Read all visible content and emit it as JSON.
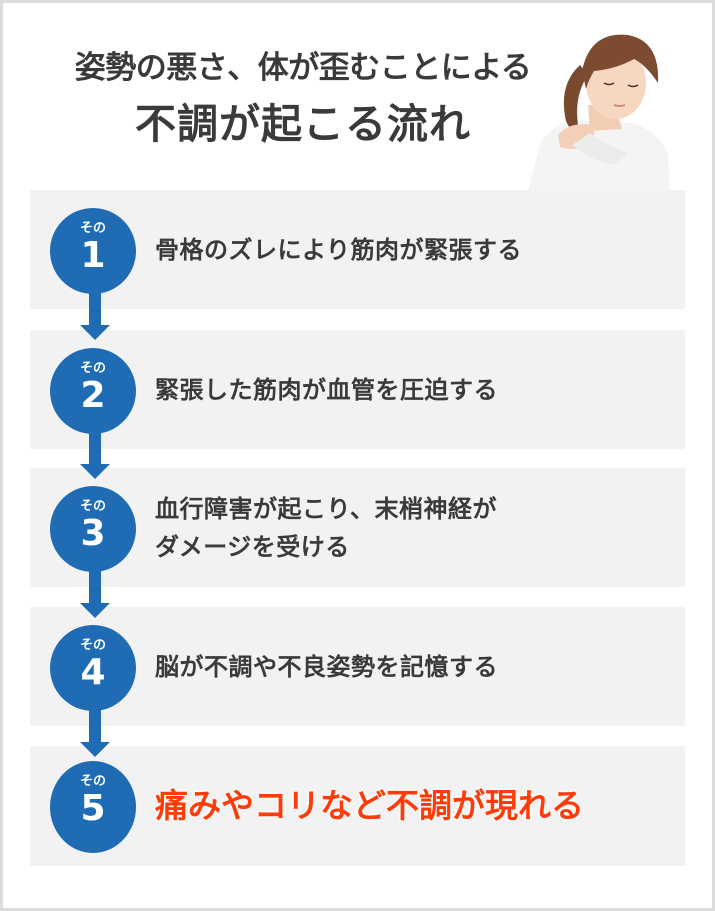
{
  "header": {
    "title_line1": "姿勢の悪さ、体が歪むことによる",
    "title_line2": "不調が起こる流れ",
    "image_alt": "woman-holding-shoulder-photo"
  },
  "colors": {
    "circle": "#1f6cb4",
    "box_bg": "#f2f2f2",
    "text": "#3a3a3a",
    "highlight": "#ff3b0a",
    "border": "#dcdcdc"
  },
  "steps": [
    {
      "prefix": "その",
      "number": "1",
      "text": "骨格のズレにより筋肉が緊張する"
    },
    {
      "prefix": "その",
      "number": "2",
      "text": "緊張した筋肉が血管を圧迫する"
    },
    {
      "prefix": "その",
      "number": "3",
      "text": "血行障害が起こり、末梢神経が",
      "text2": "ダメージを受ける"
    },
    {
      "prefix": "その",
      "number": "4",
      "text": "脳が不調や不良姿勢を記憶する"
    },
    {
      "prefix": "その",
      "number": "5",
      "text": "痛みやコリなど不調が現れる"
    }
  ]
}
